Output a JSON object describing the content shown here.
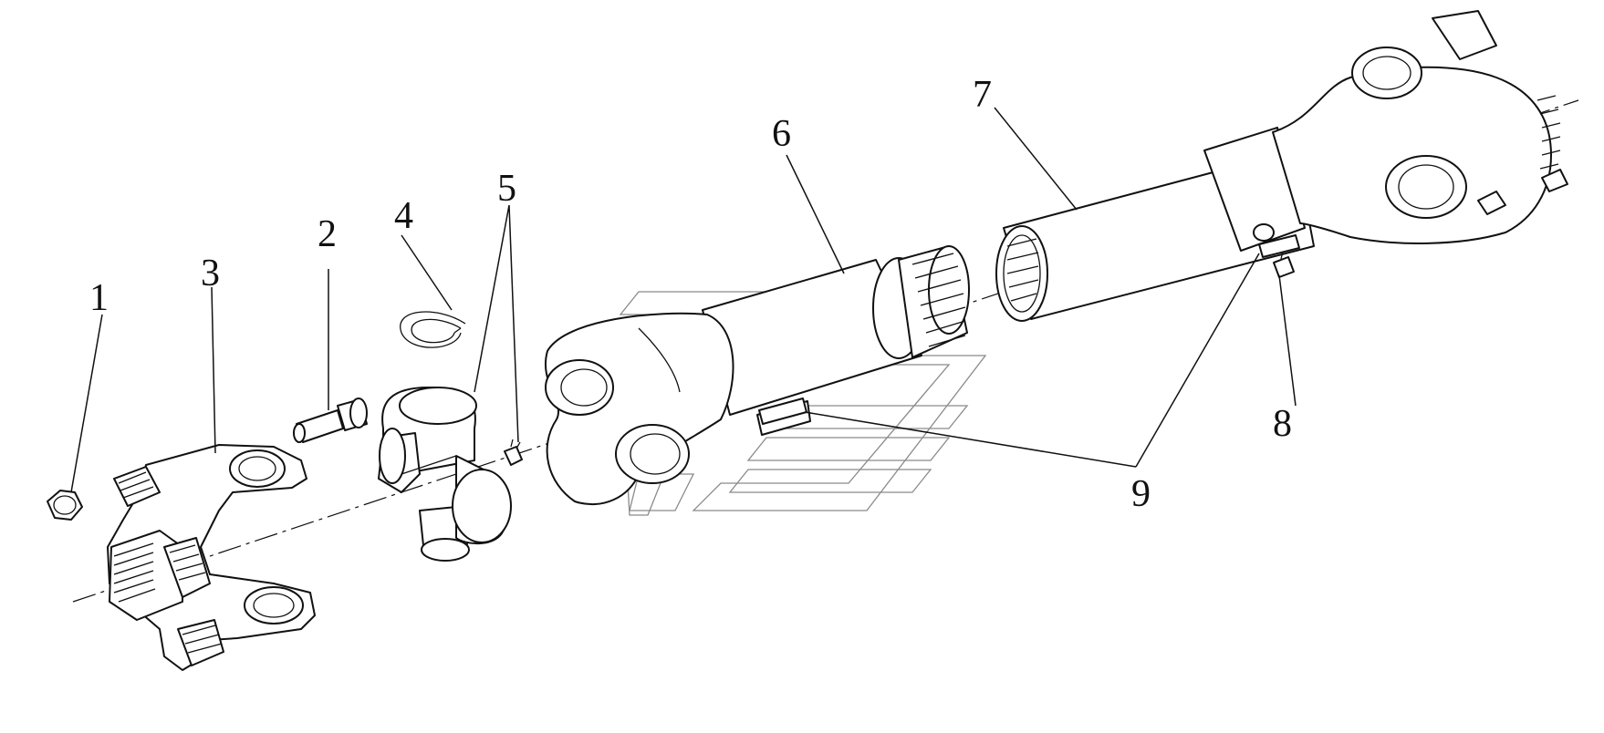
{
  "callouts": [
    {
      "id": "part-1",
      "label": "1"
    },
    {
      "id": "part-2",
      "label": "2"
    },
    {
      "id": "part-3",
      "label": "3"
    },
    {
      "id": "part-4",
      "label": "4"
    },
    {
      "id": "part-5",
      "label": "5"
    },
    {
      "id": "part-6",
      "label": "6"
    },
    {
      "id": "part-7",
      "label": "7"
    },
    {
      "id": "part-8",
      "label": "8"
    },
    {
      "id": "part-9",
      "label": "9"
    }
  ],
  "colors": {
    "line": "#111111",
    "watermark": "#8a8a8a",
    "background": "#ffffff"
  }
}
